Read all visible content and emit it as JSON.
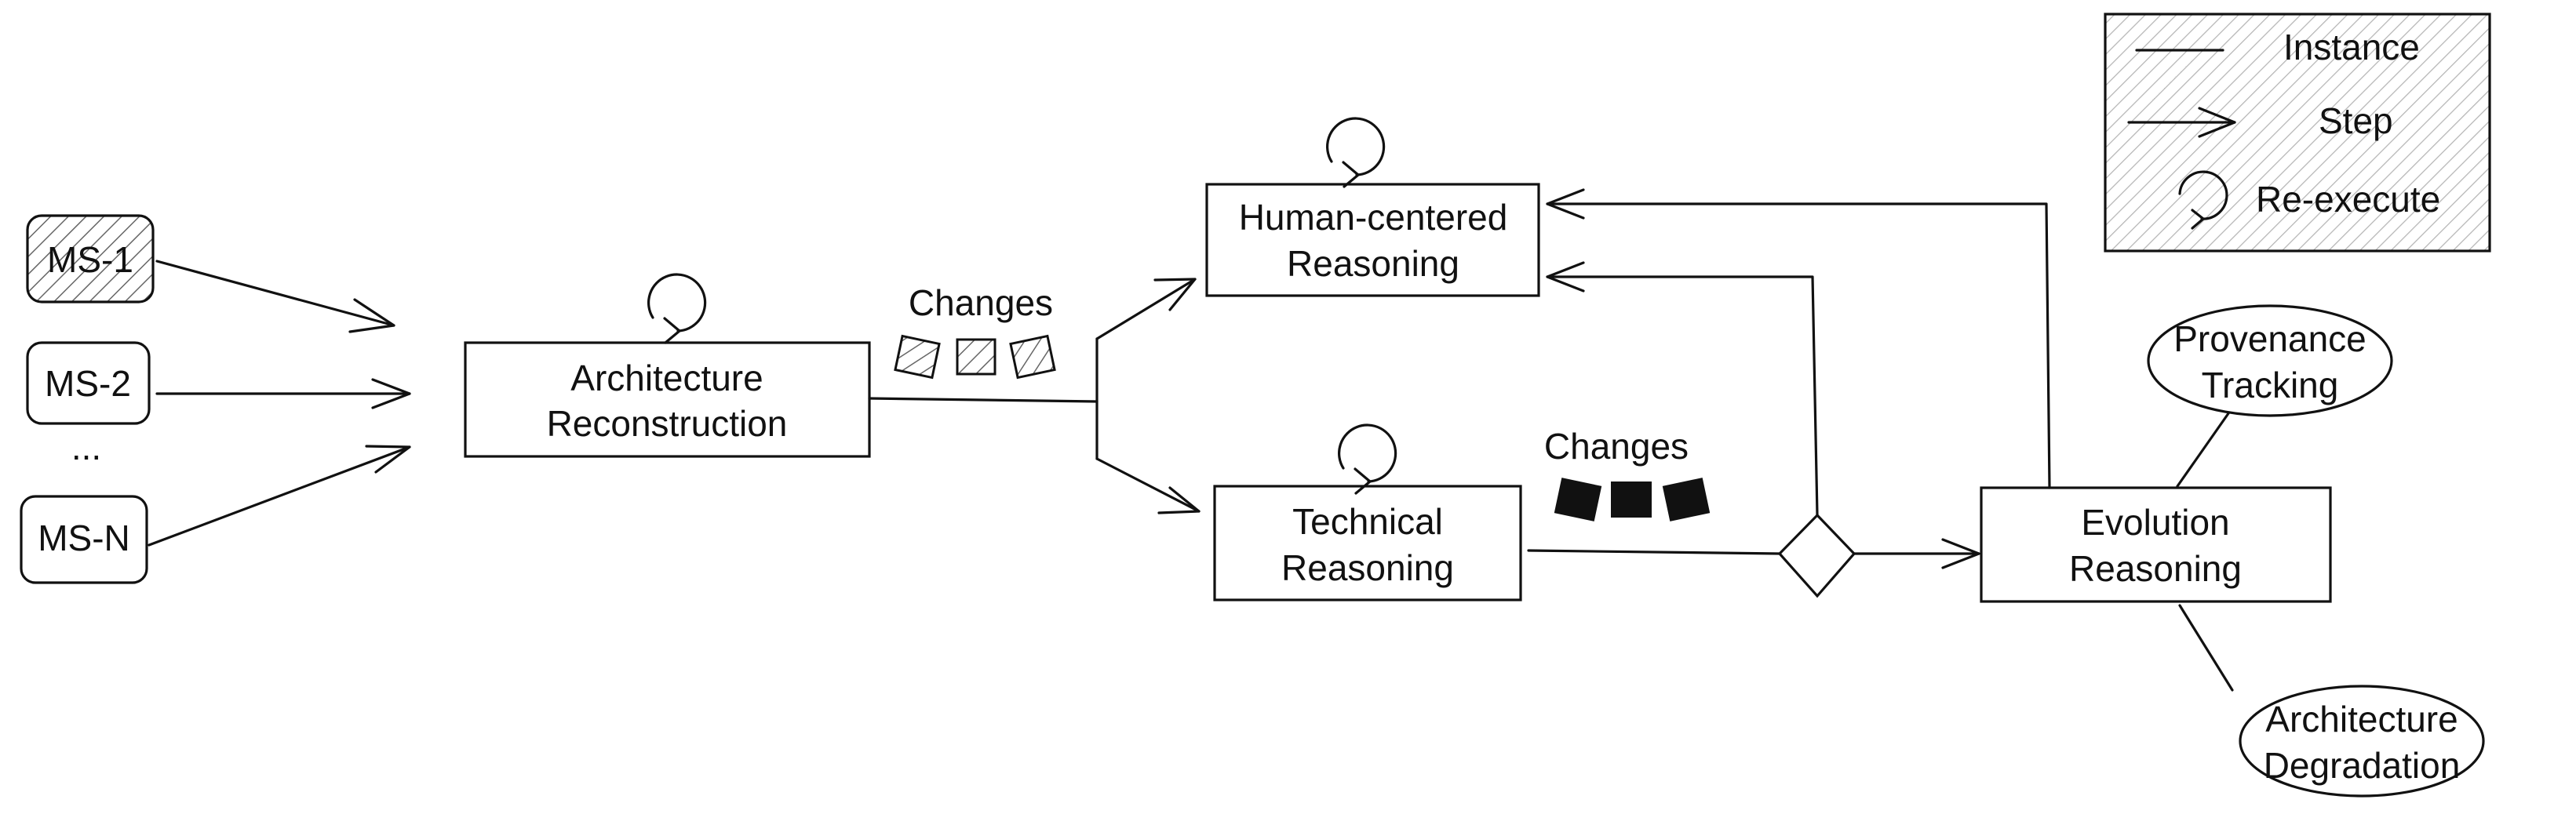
{
  "legend": {
    "items": [
      {
        "icon": "line-icon",
        "label": "Instance"
      },
      {
        "icon": "arrow-icon",
        "label": "Step"
      },
      {
        "icon": "reload-icon",
        "label": "Re-execute"
      }
    ]
  },
  "inputs": {
    "ms1": "MS-1",
    "ms2": "MS-2",
    "ellipsis": "...",
    "msn": "MS-N"
  },
  "nodes": {
    "architecture_reconstruction": [
      "Architecture",
      "Reconstruction"
    ],
    "human_centered_reasoning": [
      "Human-centered",
      "Reasoning"
    ],
    "technical_reasoning": [
      "Technical",
      "Reasoning"
    ],
    "evolution_reasoning": [
      "Evolution",
      "Reasoning"
    ],
    "provenance_tracking": [
      "Provenance",
      "Tracking"
    ],
    "architecture_degradation": [
      "Architecture",
      "Degradation"
    ]
  },
  "annotations": {
    "changes_hatched": "Changes",
    "changes_solid": "Changes"
  },
  "colors": {
    "stroke": "#111111",
    "background": "#ffffff",
    "hatch": "#555555"
  }
}
